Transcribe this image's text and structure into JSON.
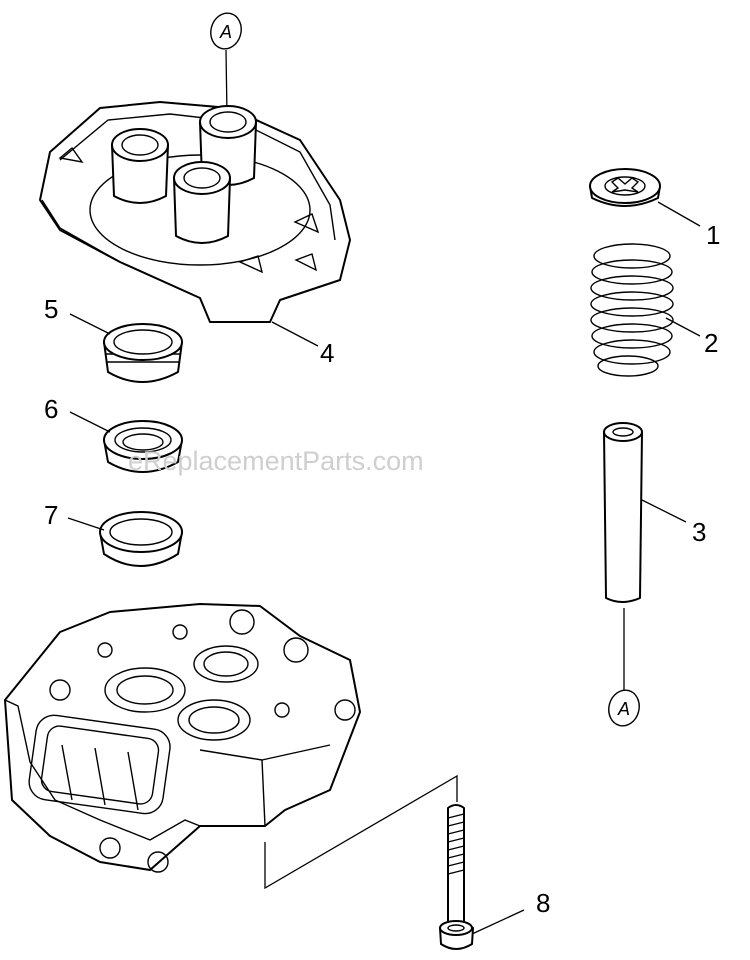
{
  "watermark": "eReplacementParts.com",
  "reference_marks": {
    "top": "A",
    "bottom": "A"
  },
  "callouts": [
    {
      "id": "1",
      "part": "retainer cap"
    },
    {
      "id": "2",
      "part": "valve spring"
    },
    {
      "id": "3",
      "part": "plunger pin"
    },
    {
      "id": "4",
      "part": "valve plate"
    },
    {
      "id": "5",
      "part": "valve seat"
    },
    {
      "id": "6",
      "part": "seal"
    },
    {
      "id": "7",
      "part": "o-ring"
    },
    {
      "id": "8",
      "part": "bolt"
    }
  ]
}
